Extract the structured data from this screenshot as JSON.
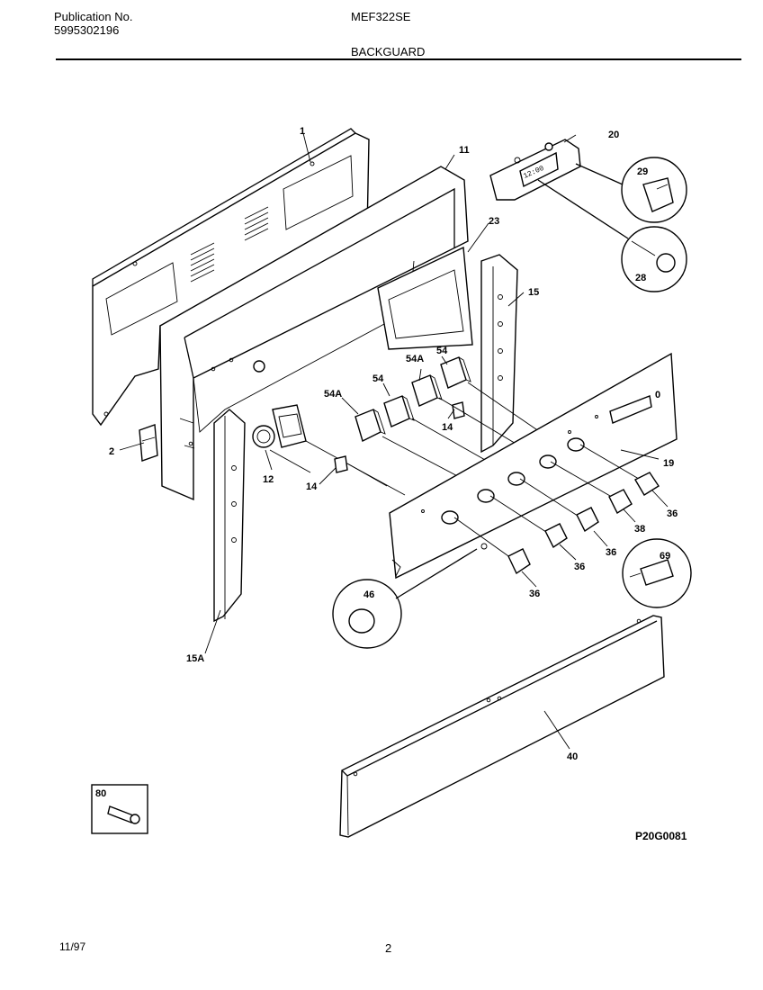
{
  "header": {
    "publication_label": "Publication No.",
    "publication_number": "5995302196",
    "model": "MEF322SE",
    "section": "BACKGUARD"
  },
  "footer": {
    "date": "11/97",
    "page": "2",
    "diagram_code": "P20G0081"
  },
  "clock_display": "12:00",
  "callouts": {
    "c1": "1",
    "c11": "11",
    "c20": "20",
    "c29": "29",
    "c23": "23",
    "c28": "28",
    "c15": "15",
    "c54a_1": "54A",
    "c54_1": "54",
    "c54_2": "54",
    "c54a_2": "54A",
    "c14_1": "14",
    "c2": "2",
    "c12": "12",
    "c14_2": "14",
    "c19": "19",
    "c36_1": "36",
    "c38": "38",
    "c36_2": "36",
    "c36_3": "36",
    "c36_4": "36",
    "c69": "69",
    "c46": "46",
    "c15a": "15A",
    "c40": "40",
    "c80": "80"
  }
}
